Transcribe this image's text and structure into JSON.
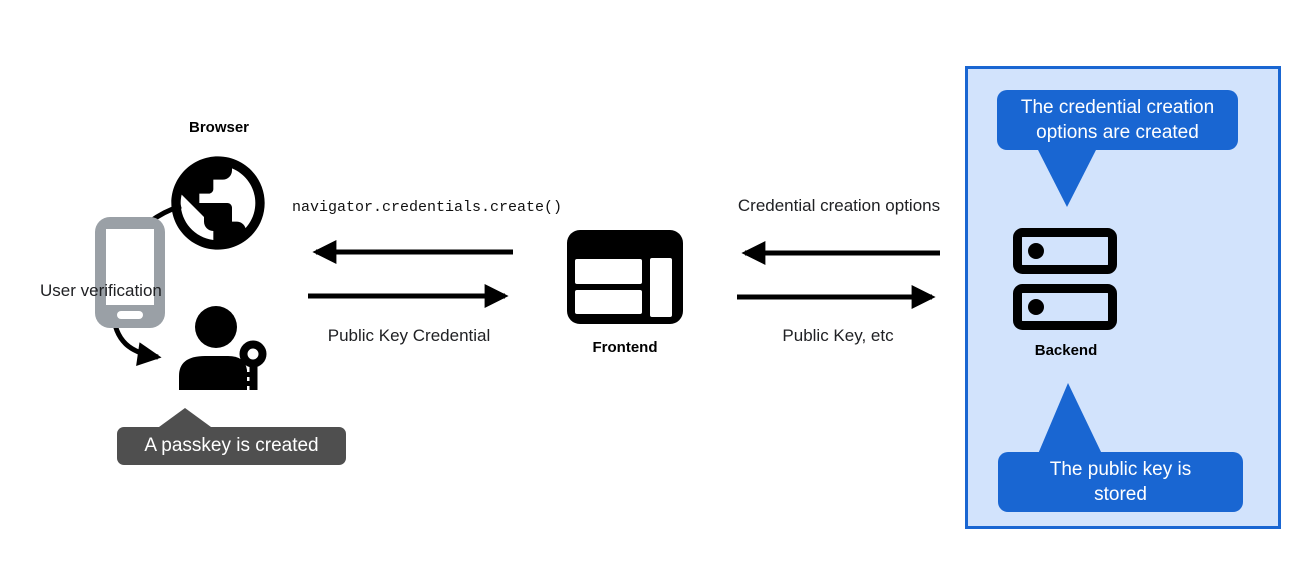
{
  "left": {
    "browser_label": "Browser",
    "user_verification_label": "User verification",
    "passkey_bubble_text": "A passkey is created"
  },
  "middle": {
    "api_call_label": "navigator.credentials.create()",
    "return_label": "Public Key Credential",
    "frontend_label": "Frontend"
  },
  "right": {
    "request_label": "Credential creation options",
    "response_label": "Public Key, etc"
  },
  "backend_panel": {
    "top_bubble_text": "The credential creation options are created",
    "backend_label": "Backend",
    "bottom_bubble_text": "The public key is stored"
  },
  "icons": [
    "globe-icon",
    "phone-icon",
    "user-key-icon",
    "browser-window-icon",
    "server-icon"
  ],
  "colors": {
    "accent_blue": "#1966d2",
    "panel_background": "#d2e3fc",
    "panel_border": "#1966d2",
    "dark_bubble": "#4f4f4f",
    "phone_gray": "#9aa0a6",
    "icon_black": "#000000",
    "text_color": "#202124"
  }
}
